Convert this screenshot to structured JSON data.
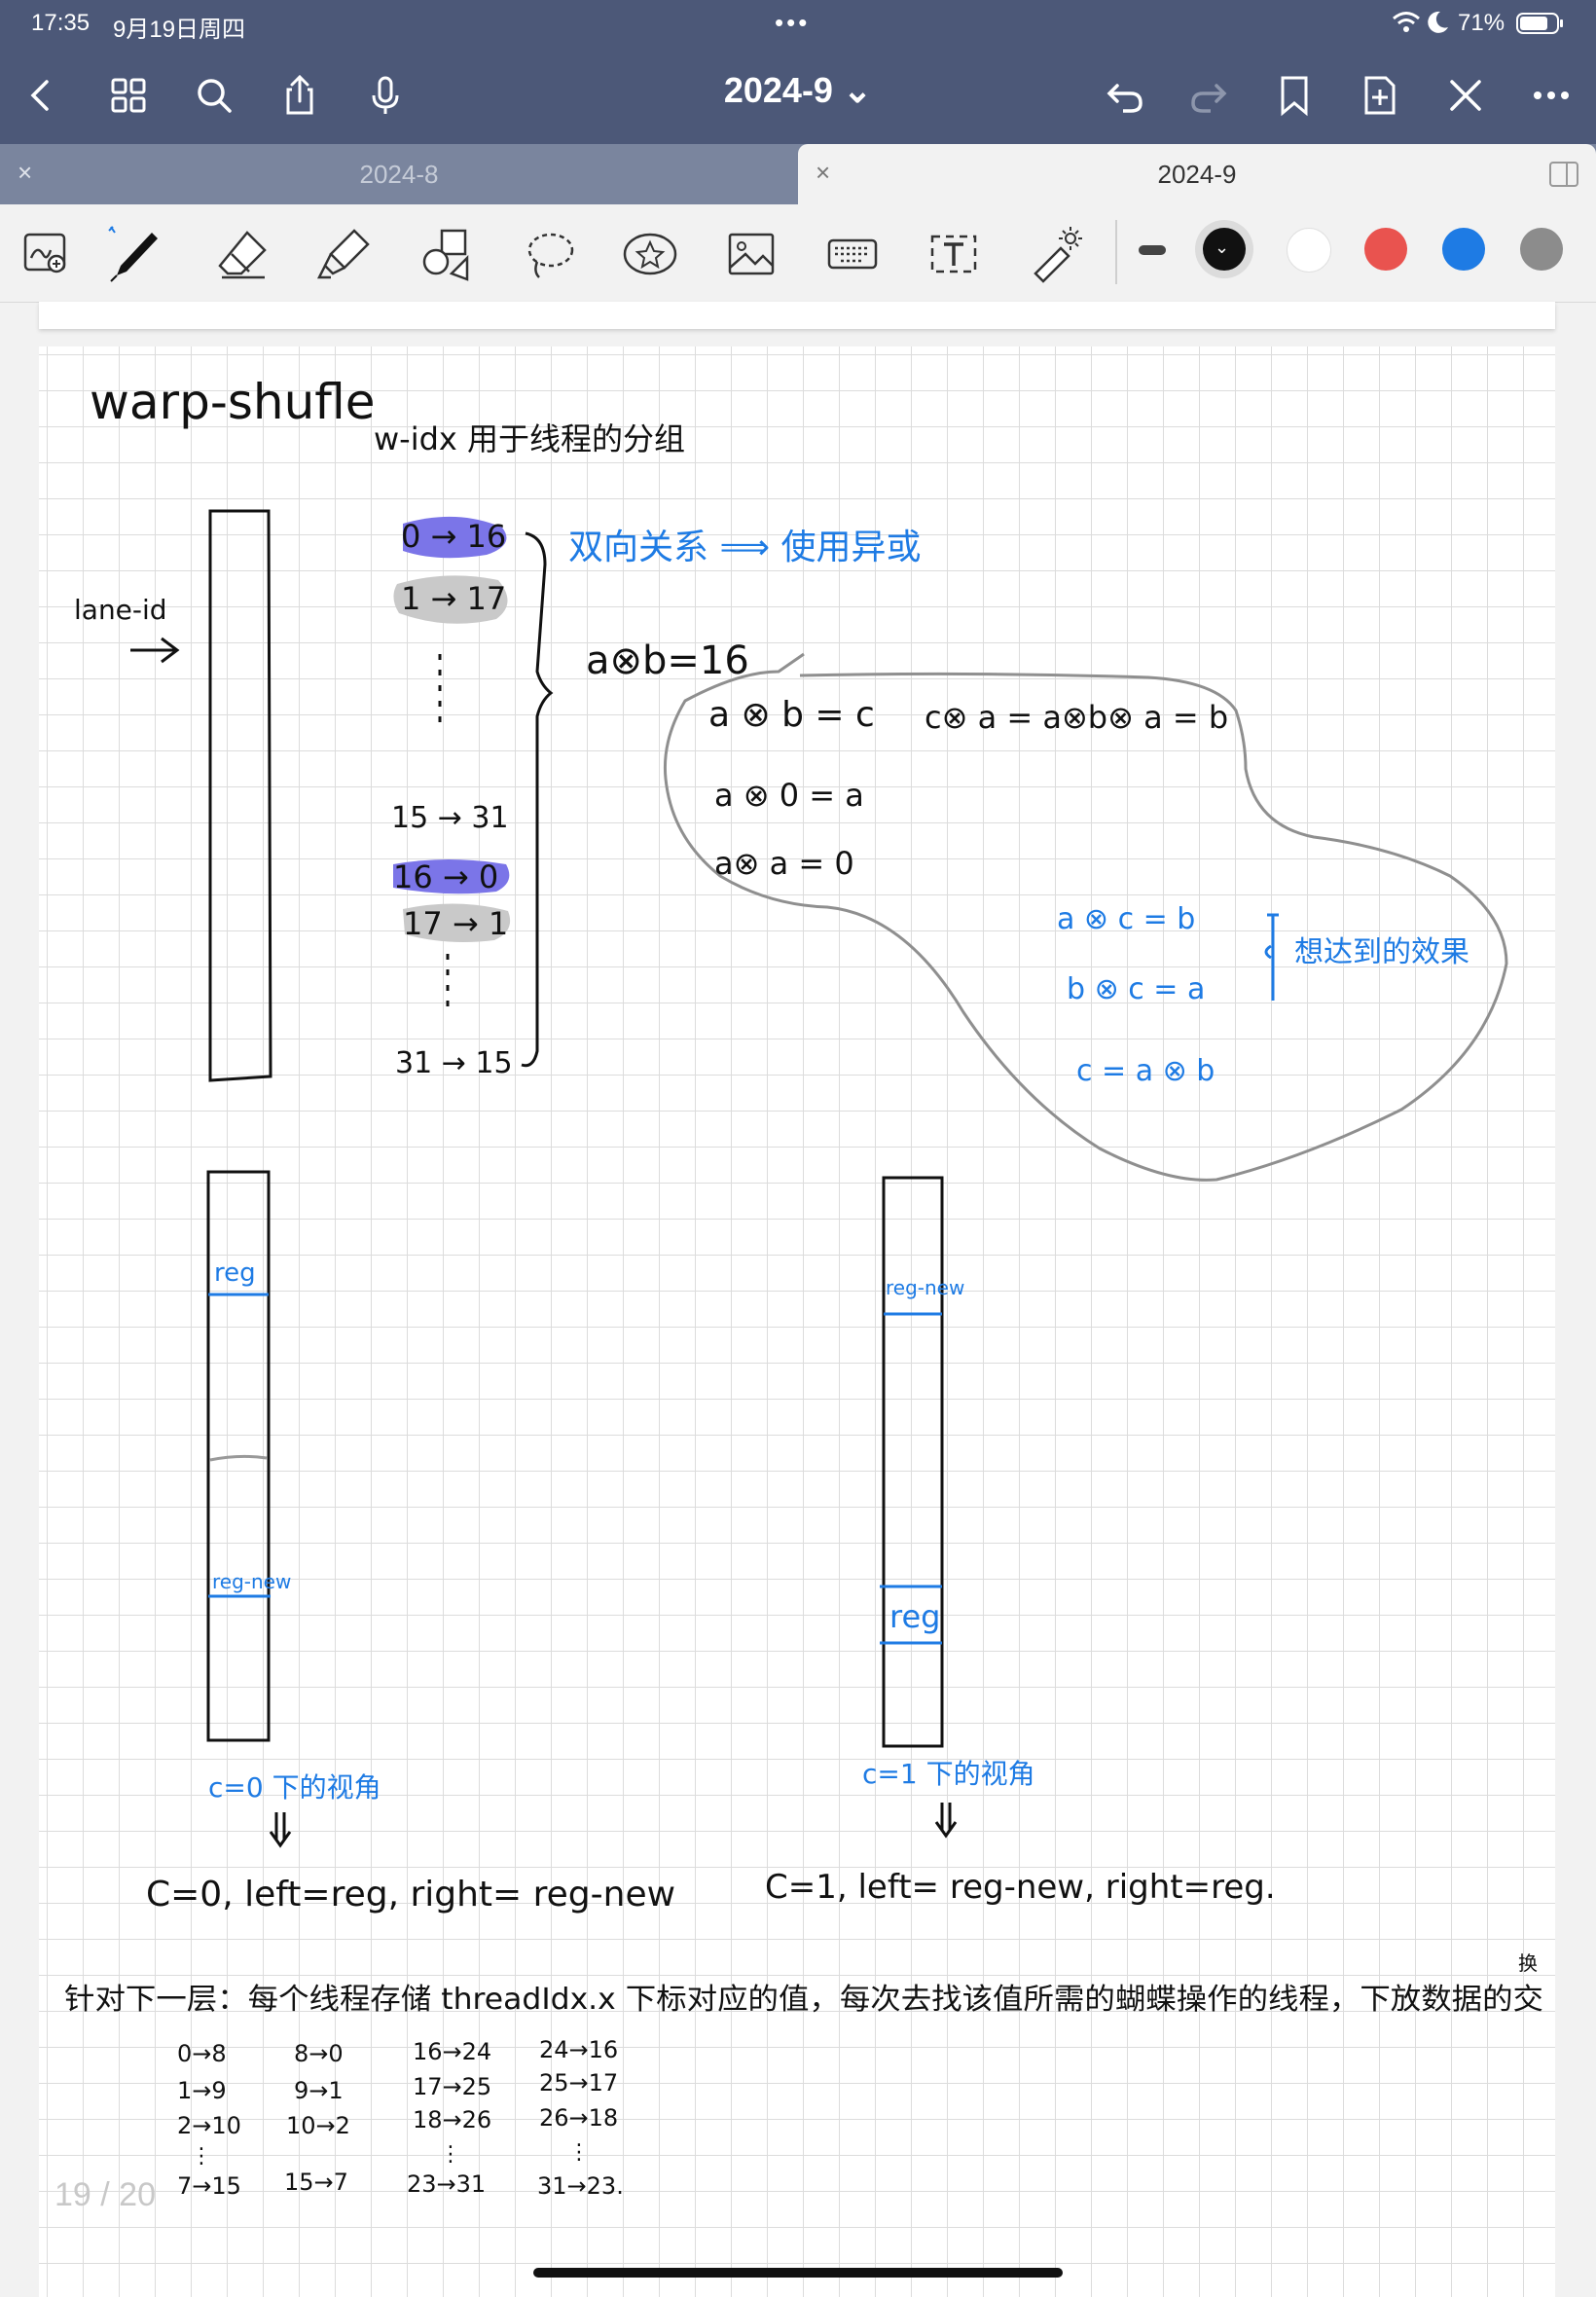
{
  "status": {
    "time": "17:35",
    "date": "9月19日周四",
    "battery": "71%"
  },
  "titlebar": {
    "title": "2024-9 ⌄"
  },
  "tabs": [
    {
      "label": "2024-8",
      "close": "×"
    },
    {
      "label": "2024-9",
      "close": "×"
    }
  ],
  "toolbar": {
    "colors": [
      "#111111",
      "#ffffff",
      "#e9534f",
      "#1e7be4",
      "#8c8c8c"
    ]
  },
  "note": {
    "title": "warp-shufle",
    "subtitle": "w-idx 用于线程的分组",
    "lane_label": "lane-id",
    "map_top": [
      "0 → 16",
      "1 → 17",
      "15 → 31",
      "16 → 0",
      "17 → 1",
      "31 → 15"
    ],
    "blue_note": "双向关系 ⟹ 使用异或",
    "eq_main": "a⊗b=16",
    "cloud": {
      "l1": "a ⊗ b = c",
      "l2": "c⊗ a = a⊗b⊗ a = b",
      "l3": "a ⊗ 0 = a",
      "l4": "a⊗ a = 0",
      "b1": "a ⊗ c = b",
      "b2": "b ⊗ c = a",
      "b3": "c = a ⊗ b",
      "b_note": "想达到的效果"
    },
    "reg": "reg",
    "reg_new": "reg-new",
    "c0_caption": "c=0 下的视角",
    "c1_caption": "c=1 下的视角",
    "c0_line": "C=0,  left=reg,  right= reg-new",
    "c1_line": "C=1,  left= reg-new,  right=reg.",
    "bottom_note": "针对下一层：每个线程存储 threadIdx.x 下标对应的值，每次去找该值所需的蝴蝶操作的线程，下放数据的交",
    "bottom_corner": "换",
    "table": [
      [
        "0→8",
        "1→9",
        "2→10",
        "⋮",
        "7→15"
      ],
      [
        "8→0",
        "9→1",
        "10→2",
        "",
        "15→7"
      ],
      [
        "16→24",
        "17→25",
        "18→26",
        "⋮",
        "23→31"
      ],
      [
        "24→16",
        "25→17",
        "26→18",
        "⋮",
        "31→23."
      ]
    ]
  },
  "page_indicator": "19 / 20"
}
